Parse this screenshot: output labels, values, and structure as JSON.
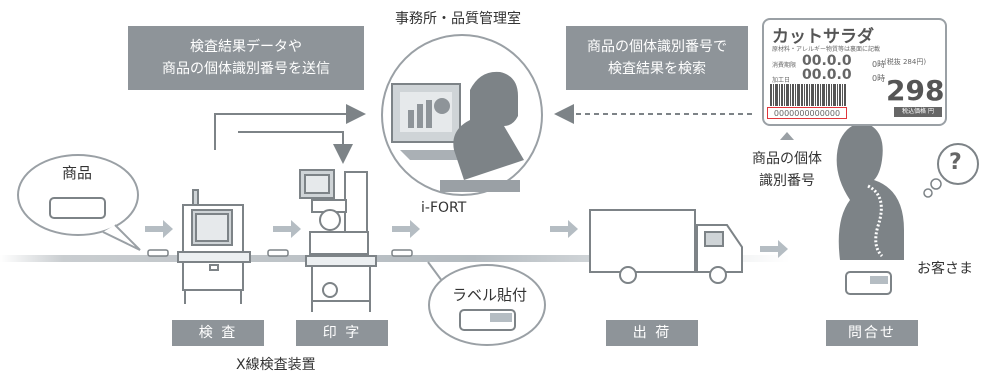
{
  "top_label": "事務所・品質管理室",
  "box_send": [
    "検査結果データや",
    "商品の個体識別番号を送信"
  ],
  "box_search": [
    "商品の個体識別番号で",
    "検査結果を検索"
  ],
  "product_bubble": "商品",
  "label_bubble": "ラベル貼付",
  "system_name": "i-FORT",
  "id_caption": [
    "商品の個体",
    "識別番号"
  ],
  "customer_label": "お客さま",
  "question_mark": "?",
  "device_caption": "X線検査装置",
  "stages": {
    "inspect": "検 査",
    "print": "印 字",
    "ship": "出 荷",
    "inquiry": "問合せ"
  },
  "price_label": {
    "name": "カットサラダ",
    "note": "原材料・アレルギー物質等は裏面に記載",
    "expiry_label": "消費期限",
    "expiry_value": "00.0.0",
    "expiry_hour": "0時",
    "processed_label": "加工日",
    "processed_value": "00.0.0",
    "processed_hour": "0時",
    "tax_excl": "(税抜 284円)",
    "price": "298",
    "price_caption": "税込価格 円",
    "id_number": "0000000000000"
  },
  "colors": {
    "gray_box": "#8e9499",
    "line": "#7d8387",
    "arrow_light": "#b5bdc3",
    "highlight": "#e0353b"
  }
}
